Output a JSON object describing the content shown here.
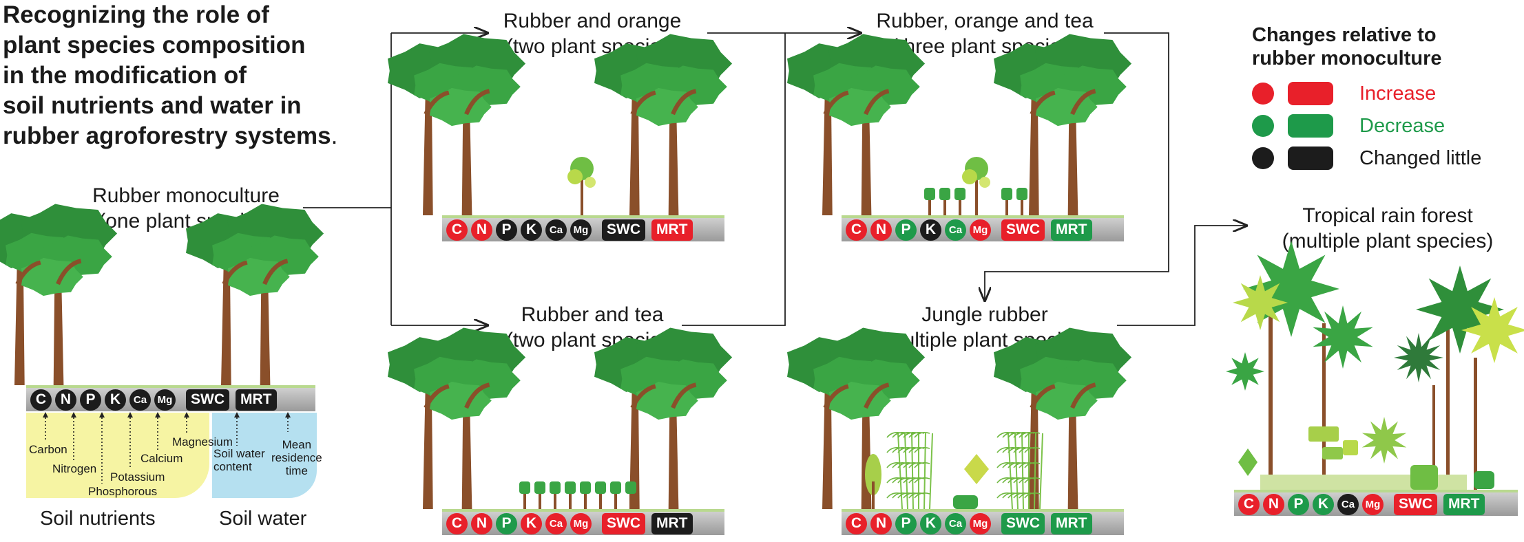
{
  "title": [
    "Recognizing the role of",
    "plant species composition",
    "in the modification of",
    "soil nutrients and water in",
    "rubber agroforestry systems",
    "."
  ],
  "legend": {
    "title": [
      "Changes relative to",
      "rubber monoculture"
    ],
    "items": [
      {
        "label": "Increase",
        "color": "#e8202a"
      },
      {
        "label": "Decrease",
        "color": "#1e9a4a"
      },
      {
        "label": "Changed little",
        "color": "#1c1c1c"
      }
    ]
  },
  "systems": {
    "mono": {
      "caption": [
        "Rubber monoculture",
        "(one plant species)"
      ]
    },
    "orange": {
      "caption": [
        "Rubber and orange",
        "(two plant species)"
      ]
    },
    "tea": {
      "caption": [
        "Rubber and tea",
        "(two plant species)"
      ]
    },
    "oranget": {
      "caption": [
        "Rubber, orange and tea",
        "(three plant species)"
      ]
    },
    "jungle": {
      "caption": [
        "Jungle rubber",
        "(multiple plant species)"
      ]
    },
    "forest": {
      "caption": [
        "Tropical rain forest",
        "(multiple plant species)"
      ]
    }
  },
  "badge_labels": [
    "C",
    "N",
    "P",
    "K",
    "Ca",
    "Mg",
    "SWC",
    "MRT"
  ],
  "badge_states": {
    "mono": [
      "black",
      "black",
      "black",
      "black",
      "black",
      "black",
      "black",
      "black"
    ],
    "orange": [
      "red",
      "red",
      "black",
      "black",
      "black",
      "black",
      "black",
      "red"
    ],
    "oranget": [
      "red",
      "red",
      "green",
      "black",
      "green",
      "red",
      "red",
      "green"
    ],
    "tea": [
      "red",
      "red",
      "green",
      "red",
      "red",
      "red",
      "red",
      "black"
    ],
    "jungle": [
      "red",
      "red",
      "green",
      "green",
      "green",
      "red",
      "green",
      "green"
    ],
    "forest": [
      "red",
      "red",
      "green",
      "green",
      "black",
      "red",
      "red",
      "green"
    ]
  },
  "soil": {
    "nutrients_caption": "Soil nutrients",
    "water_caption": "Soil water",
    "labels": {
      "carbon": "Carbon",
      "nitrogen": "Nitrogen",
      "phosphorous": "Phosphorous",
      "potassium": "Potassium",
      "calcium": "Calcium",
      "magnesium": "Magnesium",
      "swc": [
        "Soil water",
        "content"
      ],
      "mrt": [
        "Mean",
        "residence",
        "time"
      ]
    }
  }
}
